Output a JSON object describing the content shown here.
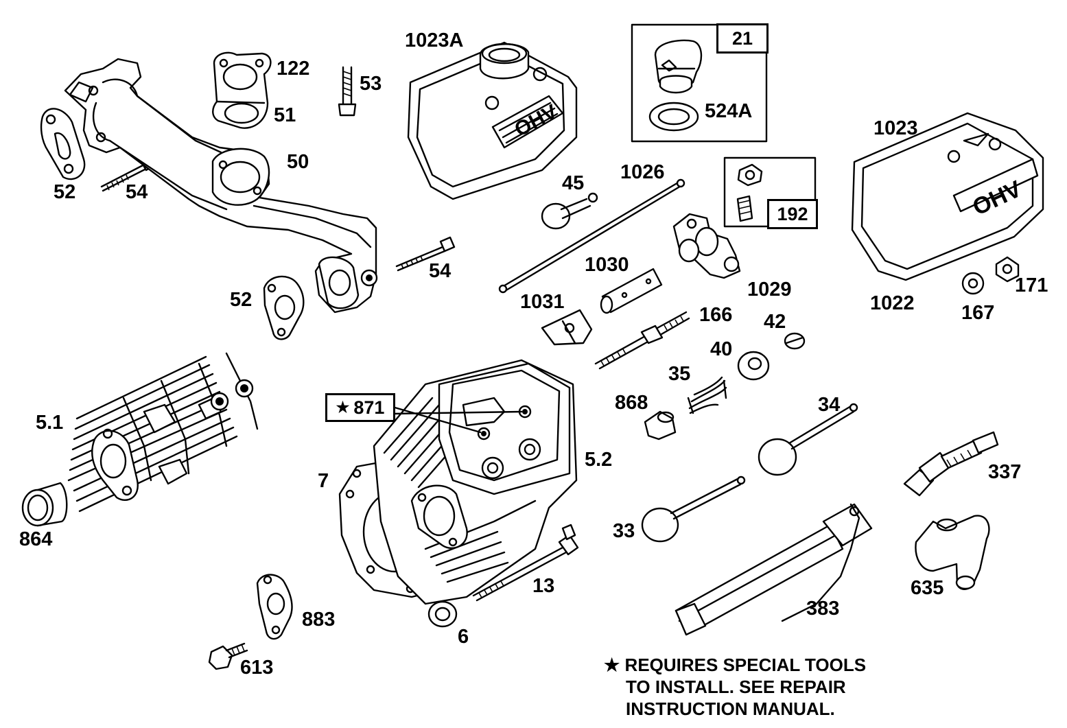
{
  "diagram": {
    "callouts": {
      "c52a": "52",
      "c54a": "54",
      "c122": "122",
      "c51": "51",
      "c53": "53",
      "c50": "50",
      "c54b": "54",
      "c52b": "52",
      "c1023A": "1023A",
      "c524A": "524A",
      "c21": "21",
      "c192": "192",
      "c1023": "1023",
      "c1022": "1022",
      "c167": "167",
      "c171": "171",
      "c45": "45",
      "c1026": "1026",
      "c1030": "1030",
      "c1031": "1031",
      "c1029": "1029",
      "c166": "166",
      "c42": "42",
      "c40": "40",
      "c35": "35",
      "c868": "868",
      "c34": "34",
      "c337": "337",
      "c5_1": "5.1",
      "c864": "864",
      "c871": "871",
      "c7": "7",
      "c5_2": "5.2",
      "c33": "33",
      "c13": "13",
      "c6": "6",
      "c883": "883",
      "c613": "613",
      "c383": "383",
      "c635": "635"
    },
    "star_glyph": "★",
    "note": {
      "line1": "REQUIRES SPECIAL TOOLS",
      "line2": "TO INSTALL.  SEE REPAIR",
      "line3": "INSTRUCTION MANUAL."
    }
  }
}
